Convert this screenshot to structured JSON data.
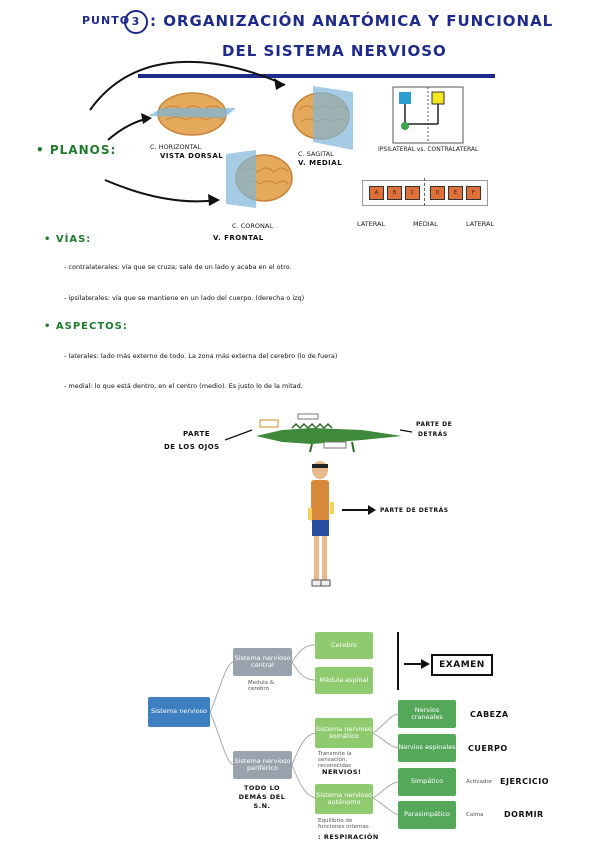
{
  "header": {
    "punto": "PUNTO",
    "num": "3",
    "line1": ": ORGANIZACIÓN ANATÓMICA Y FUNCIONAL",
    "line2": "DEL SISTEMA NERVIOSO"
  },
  "planos": {
    "heading": "• PLANOS:",
    "horizontal": "C. HORIZONTAL",
    "dorsal": "VISTA DORSAL",
    "sagital": "C. SAGITAL",
    "medial_view": "V. MEDIAL",
    "coronal": "C. CORONAL",
    "frontal": "V. FRONTAL",
    "ipsi_contra": "IPSILATERAL vs. CONTRALATERAL",
    "lateral_left": "LATERAL",
    "medial": "MEDIAL",
    "lateral_right": "LATERAL",
    "blocks": [
      "A",
      "B",
      "C",
      "D",
      "E",
      "F"
    ]
  },
  "vias": {
    "heading": "• VÍAS:",
    "items": [
      "- contralaterales: vía que se cruza; sale de un lado y acaba en el otro.",
      "- ipsilaterales: vía que se mantiene en un lado del cuerpo. (derecha o izq)"
    ]
  },
  "aspectos": {
    "heading": "• ASPECTOS:",
    "items": [
      "- laterales: lado más externo de todo. La zona más externa del cerebro (lo de fuera)",
      "- medial: lo que está dentro, en el centro (medio). Es justo lo de la mitad."
    ]
  },
  "figure": {
    "parte_ojos_1": "PARTE",
    "parte_ojos_2": "DE LOS OJOS",
    "parte_detras_1": "PARTE DE",
    "parte_detras_2": "DETRÁS",
    "parte_detras_human": "PARTE DE DETRÁS"
  },
  "diagram": {
    "sistema_nervioso": "Sistema nervioso",
    "snc": "Sistema nervioso central",
    "snc_note": "Medula & cerebro",
    "cerebro": "Cerebro",
    "medula": "Médula espinal",
    "snp": "Sistema nervioso periférico",
    "snp_note": "TODO LO DEMÁS DEL S.N.",
    "somatico": "Sistema nervioso somático",
    "somatico_note": "Transmite la sensación, reconocidas",
    "nervios_hw": "NERVIOS!",
    "autonomo": "Sistema nervioso autónomo",
    "autonomo_note": "Equilibrio de funciones internas",
    "respiracion_hw": ": RESPIRACIÓN",
    "craneales": "Nervios craneales",
    "espinales": "Nervios espinales",
    "simpatico": "Simpático",
    "parasimpatico": "Parasimpático",
    "cabeza": "CABEZA",
    "cuerpo": "CUERPO",
    "activador": "Activador",
    "ejercicio": "EJERCICIO",
    "calma": "Calma",
    "dormir": "DORMIR",
    "examen": "EXAMEN"
  },
  "colors": {
    "title": "#1e2a8a",
    "green": "#1f7a2e",
    "box_blue": "#3d7fc1",
    "box_grey": "#9aa3ad",
    "box_lgreen": "#8fcb6e"
  }
}
